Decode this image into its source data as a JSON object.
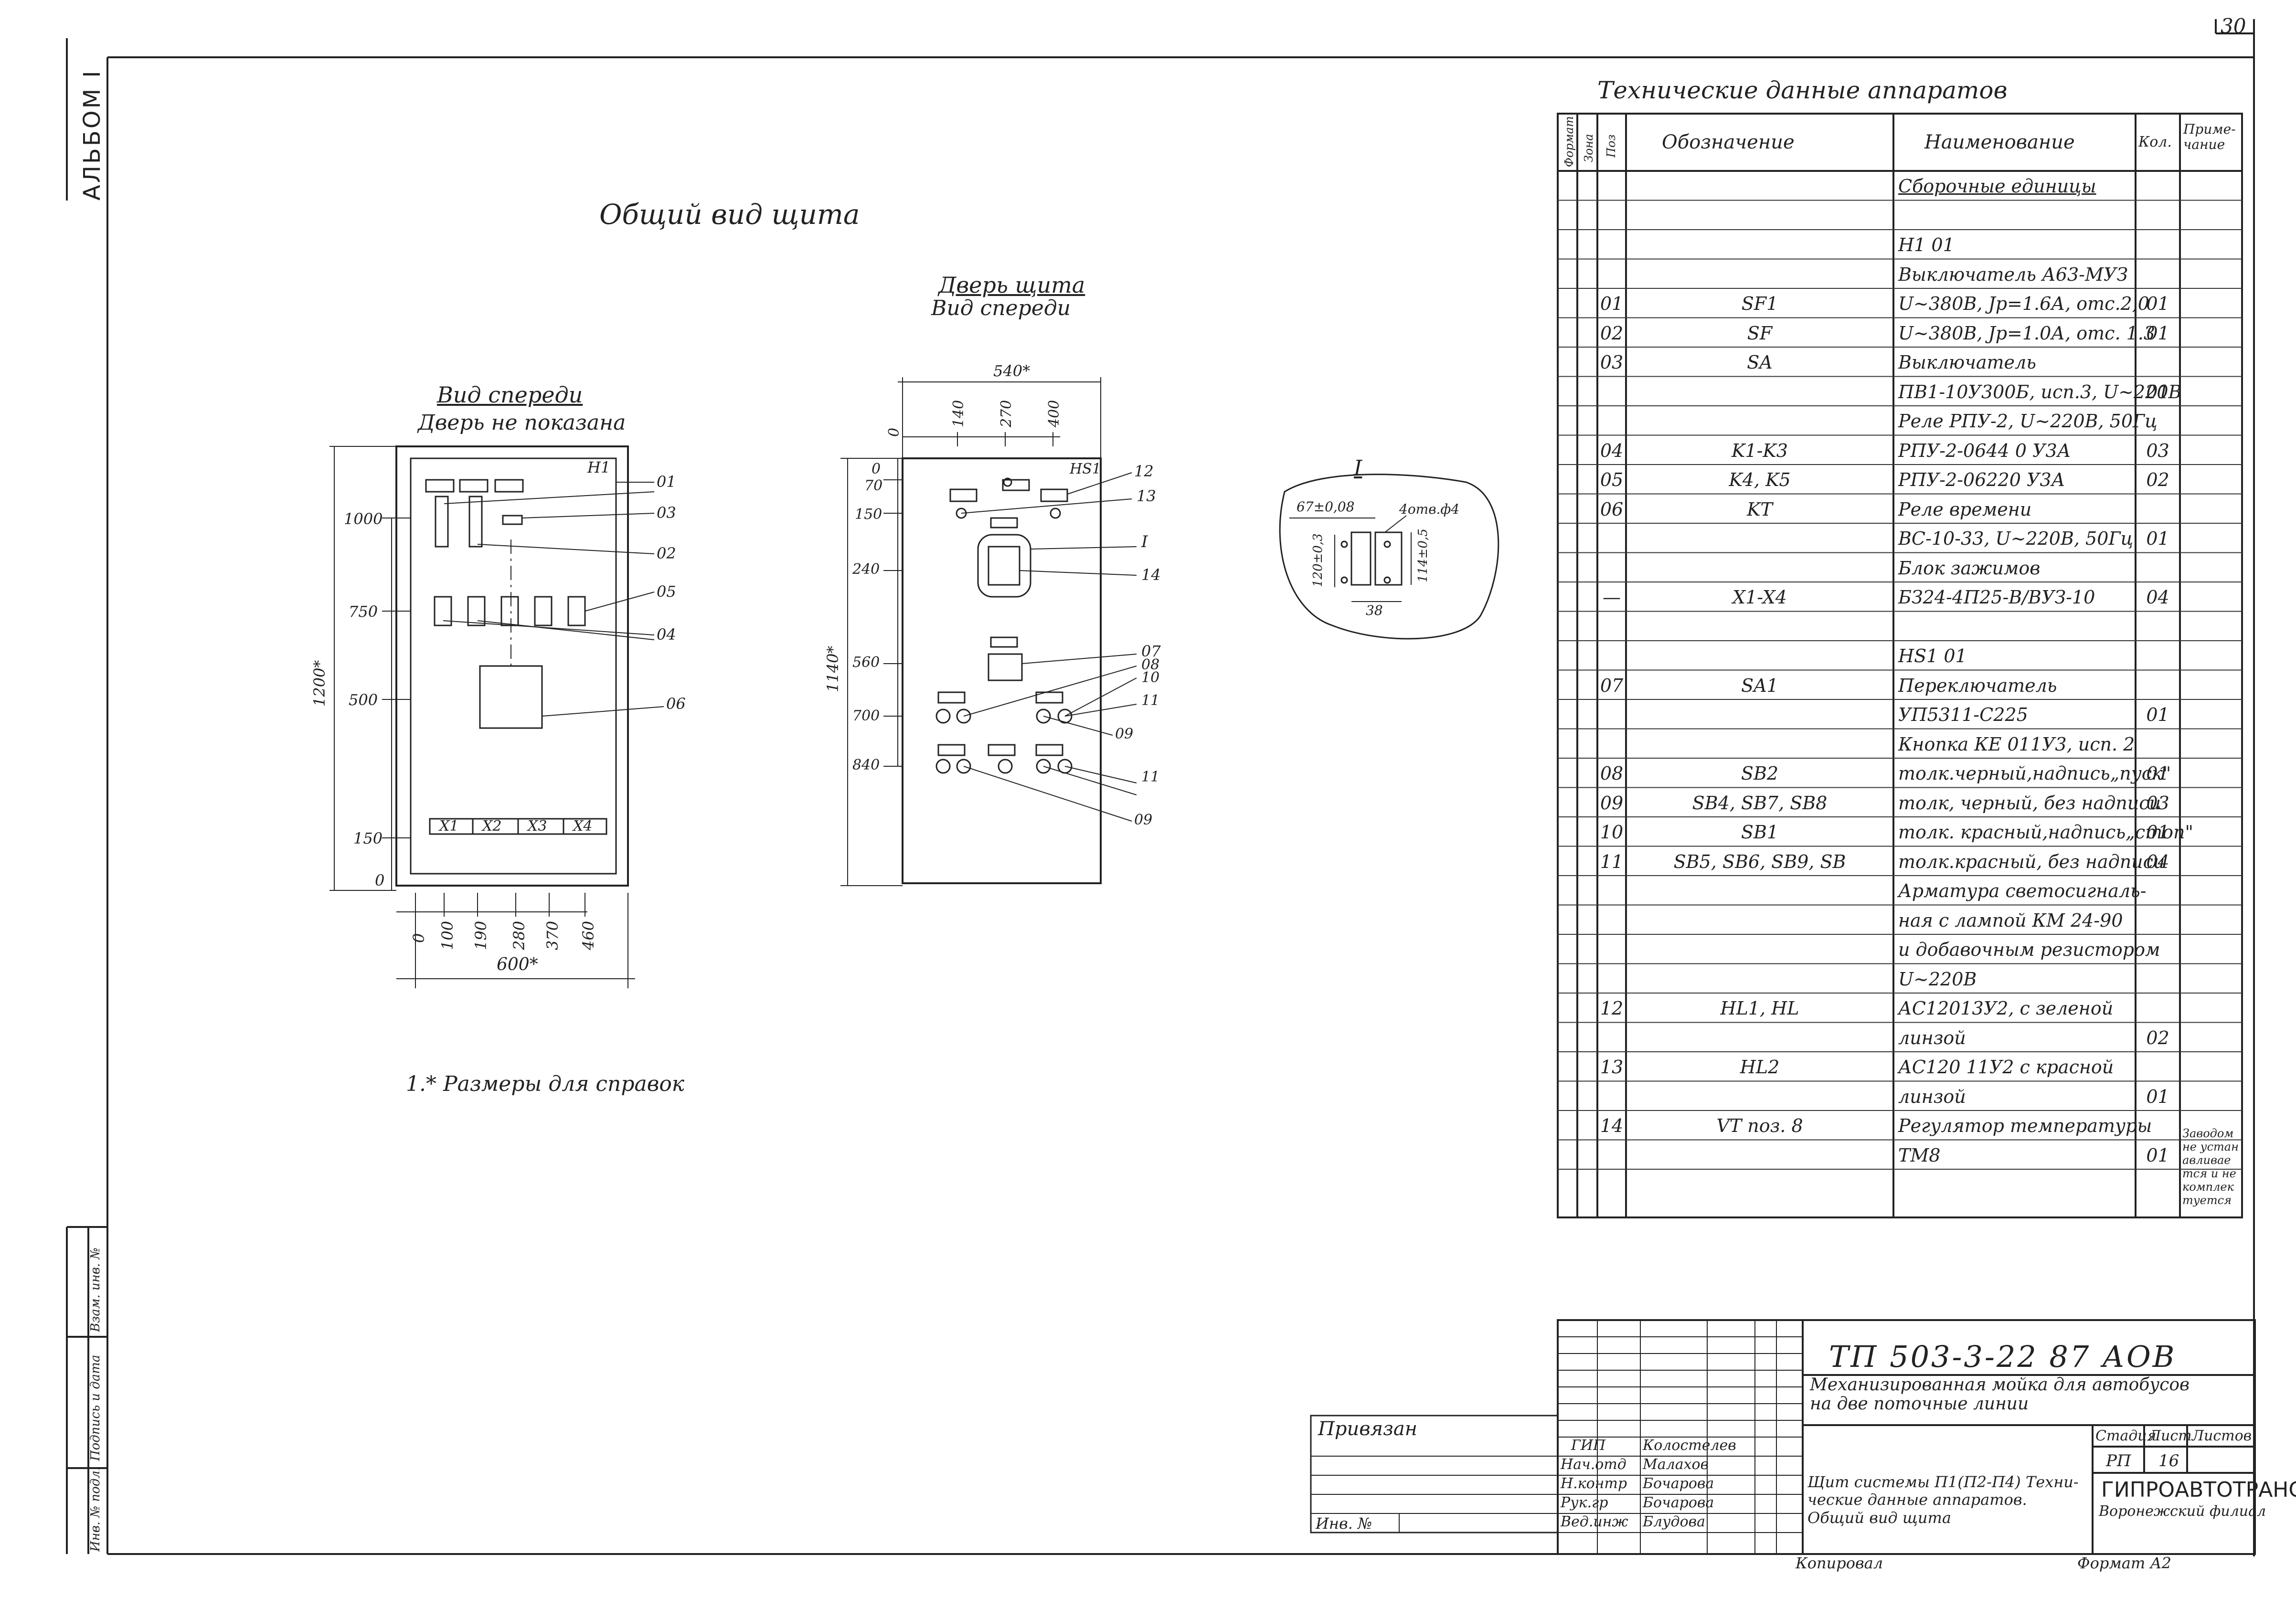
{
  "sheet_number": "30",
  "album_label": "АЛЬБОМ I",
  "left_stamp": {
    "inv_podl": "Инв. № подл.",
    "podpis_data": "Подпись и дата",
    "vzam_inv": "Взам. инв. №"
  },
  "main_title": "Общий вид щита",
  "view_front": {
    "title": "Вид спереди",
    "subtitle": "Дверь не показана",
    "label_h1": "H1",
    "dim_total_h": "1200*",
    "dims_v": [
      "1000",
      "750",
      "500",
      "150",
      "0"
    ],
    "dims_h": [
      "0",
      "100",
      "190",
      "280",
      "370",
      "460"
    ],
    "dim_total_w": "600*",
    "terminals": [
      "X1",
      "X2",
      "X3",
      "X4"
    ],
    "callouts": [
      "01",
      "03",
      "02",
      "05",
      "04",
      "06"
    ]
  },
  "view_door": {
    "title": "Дверь щита",
    "subtitle": "Вид спереди",
    "label_hs1": "HS1",
    "dim_total_w": "540*",
    "dims_h": [
      "0",
      "140",
      "270",
      "400"
    ],
    "dim_total_h": "1140*",
    "dims_v": [
      "0",
      "70",
      "150",
      "240",
      "560",
      "700",
      "840"
    ],
    "callouts": [
      "12",
      "13",
      "I",
      "14",
      "07",
      "08",
      "10",
      "11",
      "09",
      "11",
      "09"
    ]
  },
  "detail": {
    "label": "I",
    "dim_a": "67±0,08",
    "dim_b": "4отв.ф4",
    "dim_c": "120±0,3",
    "dim_d": "114±0,5",
    "dim_e": "38"
  },
  "footnote": "1.* Размеры для справок",
  "spec_title": "Технические данные аппаратов",
  "spec_headers": {
    "format": "Формат",
    "zone": "Зона",
    "pos": "Поз",
    "designation": "Обозначение",
    "name": "Наименование",
    "qty": "Кол.",
    "note": "Приме-чание"
  },
  "spec_rows": [
    {
      "pos": "",
      "des": "",
      "name": "Сборочные единицы",
      "qty": "",
      "underline": true
    },
    {
      "pos": "",
      "des": "",
      "name": "",
      "qty": ""
    },
    {
      "pos": "",
      "des": "",
      "name": "H1                    01",
      "qty": ""
    },
    {
      "pos": "",
      "des": "",
      "name": "Выключатель А63-МУЗ",
      "qty": ""
    },
    {
      "pos": "01",
      "des": "SF1",
      "name": "U~380В, Jр=1.6А, отс.2,0",
      "qty": "01"
    },
    {
      "pos": "02",
      "des": "SF",
      "name": "U~380В, Jр=1.0А, отс. 1.3",
      "qty": "01"
    },
    {
      "pos": "03",
      "des": "SA",
      "name": "Выключатель",
      "qty": ""
    },
    {
      "pos": "",
      "des": "",
      "name": "ПВ1-10У300Б, исп.3, U~220В",
      "qty": "01"
    },
    {
      "pos": "",
      "des": "",
      "name": "Реле РПУ-2, U~220В, 50Гц",
      "qty": ""
    },
    {
      "pos": "04",
      "des": "K1-K3",
      "name": "РПУ-2-0644 0 У3А",
      "qty": "03"
    },
    {
      "pos": "05",
      "des": "K4, K5",
      "name": "РПУ-2-06220 У3А",
      "qty": "02"
    },
    {
      "pos": "06",
      "des": "KT",
      "name": "Реле времени",
      "qty": ""
    },
    {
      "pos": "",
      "des": "",
      "name": "ВС-10-33, U~220В, 50Гц",
      "qty": "01"
    },
    {
      "pos": "",
      "des": "",
      "name": "Блок зажимов",
      "qty": ""
    },
    {
      "pos": "—",
      "des": "X1-X4",
      "name": "БЗ24-4П25-В/ВУЗ-10",
      "qty": "04"
    },
    {
      "pos": "",
      "des": "",
      "name": "",
      "qty": ""
    },
    {
      "pos": "",
      "des": "",
      "name": "HS1                   01",
      "qty": ""
    },
    {
      "pos": "07",
      "des": "SA1",
      "name": "Переключатель",
      "qty": ""
    },
    {
      "pos": "",
      "des": "",
      "name": "УП5311-С225",
      "qty": "01"
    },
    {
      "pos": "",
      "des": "",
      "name": "Кнопка КЕ 011У3,  исп. 2",
      "qty": ""
    },
    {
      "pos": "08",
      "des": "SB2",
      "name": "толк.черный,надпись„пуск\"",
      "qty": "01"
    },
    {
      "pos": "09",
      "des": "SB4, SB7, SB8",
      "name": "толк, черный, без надписи",
      "qty": "03"
    },
    {
      "pos": "10",
      "des": "SB1",
      "name": "толк. красный,надпись„стоп\"",
      "qty": "01"
    },
    {
      "pos": "11",
      "des": "SB5, SB6, SB9, SB",
      "name": "толк.красный, без надписи",
      "qty": "04"
    },
    {
      "pos": "",
      "des": "",
      "name": "Арматура светосигналь-",
      "qty": ""
    },
    {
      "pos": "",
      "des": "",
      "name": "ная с лампой КМ 24-90",
      "qty": ""
    },
    {
      "pos": "",
      "des": "",
      "name": "и добавочным резистором",
      "qty": ""
    },
    {
      "pos": "",
      "des": "",
      "name": "U~220В",
      "qty": ""
    },
    {
      "pos": "12",
      "des": "HL1, HL",
      "name": "АС12013У2, с зеленой",
      "qty": ""
    },
    {
      "pos": "",
      "des": "",
      "name": "линзой",
      "qty": "02"
    },
    {
      "pos": "13",
      "des": "HL2",
      "name": "АС120 11У2 с красной",
      "qty": ""
    },
    {
      "pos": "",
      "des": "",
      "name": "линзой",
      "qty": "01"
    },
    {
      "pos": "14",
      "des": "VT поз. 8",
      "name": "Регулятор температуры",
      "qty": ""
    },
    {
      "pos": "",
      "des": "",
      "name": "ТМ8",
      "qty": "01"
    }
  ],
  "spec_note_last": "Заводом не устанавливается и не комплектуется",
  "title_block": {
    "doc_code": "ТП   503-3-22 87      АОВ",
    "project_line1": "Механизированная мойка для автобусов",
    "project_line2": "на две поточные   линии",
    "privyazan": "Привязан",
    "inv_no": "Инв. №",
    "roles": [
      "ГИП",
      "Нач.отд",
      "Н.контр",
      "Рук.гр",
      "Вед.инж"
    ],
    "names": [
      "Колостелев",
      "Малахов",
      "Бочарова",
      "Бочарова",
      "Блудова"
    ],
    "sheet_title_l1": "Щит системы П1(П2-П4) Техни-",
    "sheet_title_l2": "ческие данные аппаратов.",
    "sheet_title_l3": "Общий  вид щита",
    "stage_label": "Стадия",
    "sheet_label": "Лист",
    "sheets_label": "Листов",
    "stage": "РП",
    "sheet": "16",
    "org_name": "ГИПРОАВТОТРАНС",
    "org_branch": "Воронежский филиал",
    "copied": "Копировал",
    "format": "Формат А2"
  }
}
